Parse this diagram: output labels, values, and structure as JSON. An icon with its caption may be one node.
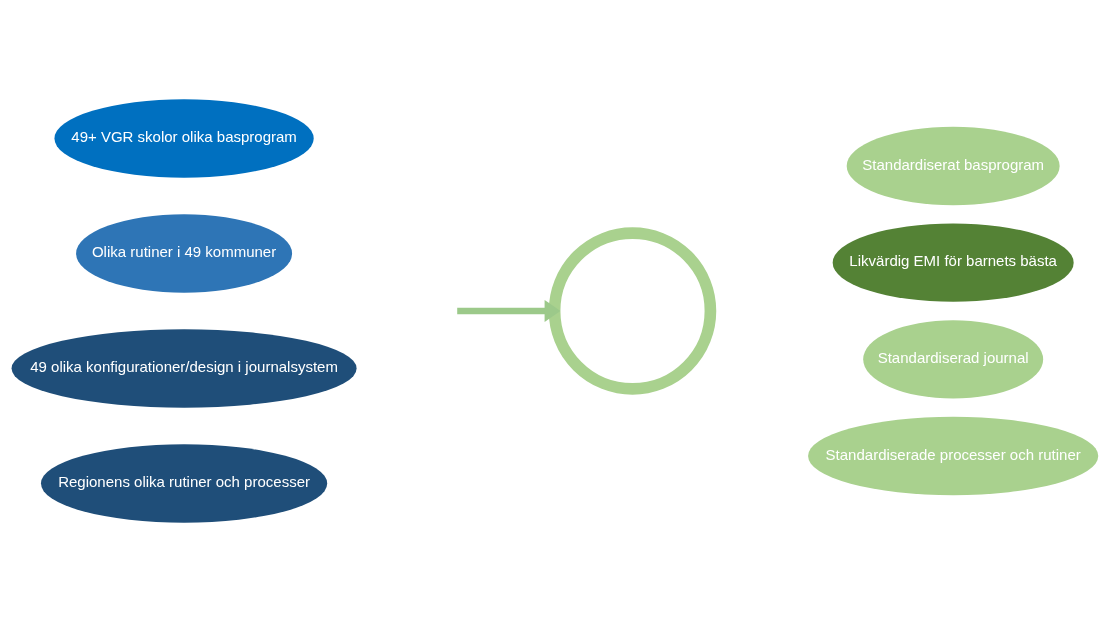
{
  "diagram": {
    "nodes": [
      {
        "text": [
          "49+ VGR skolor olika basprogram"
        ]
      },
      {
        "text": [
          "Olika rutiner i 49 kommuner"
        ]
      },
      {
        "text": [
          "49 olika konfigurationer/design i journalsystem"
        ]
      },
      {
        "text": [
          "Regionens olika rutiner och processer"
        ]
      },
      {
        "text": [],
        "shape": "circle"
      },
      {
        "text": [
          "Standardiserat basprogram"
        ]
      },
      {
        "text": [
          "Likvärdig EMI för barnets bästa"
        ]
      },
      {
        "text": [
          "Standardiserad journal"
        ]
      },
      {
        "text": [
          "Standardiserade processer och rutiner"
        ]
      }
    ],
    "edges": [
      {
        "from": null,
        "to": 4,
        "arrow": "to"
      }
    ]
  }
}
